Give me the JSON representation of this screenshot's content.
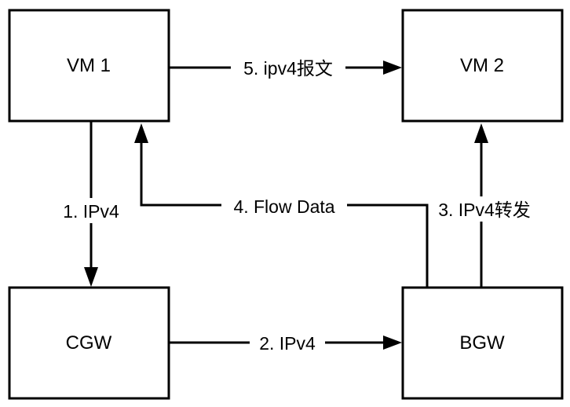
{
  "nodes": {
    "vm1": "VM 1",
    "vm2": "VM 2",
    "cgw": "CGW",
    "bgw": "BGW"
  },
  "edges": {
    "vm1_to_cgw": "1. IPv4",
    "cgw_to_bgw": "2. IPv4",
    "bgw_to_vm2": "3. IPv4转发",
    "bgw_to_vm1": "4. Flow Data",
    "vm1_to_vm2": "5. ipv4报文"
  },
  "colors": {
    "line": "#000000",
    "background": "#ffffff"
  }
}
